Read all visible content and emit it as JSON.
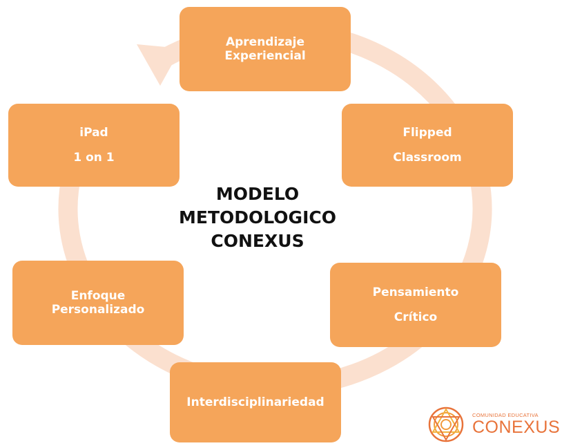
{
  "center": {
    "lines": [
      "MODELO",
      "METODOLOGICO",
      "CONEXUS"
    ]
  },
  "nodes": [
    {
      "id": "aprendizaje",
      "lines": [
        "Aprendizaje",
        "Experiencial"
      ]
    },
    {
      "id": "flipped",
      "lines": [
        "Flipped",
        "Classroom"
      ]
    },
    {
      "id": "pensamiento",
      "lines": [
        "Pensamiento",
        "Crítico"
      ]
    },
    {
      "id": "interdisciplinariedad",
      "lines": [
        "Interdisciplinariedad"
      ]
    },
    {
      "id": "enfoque",
      "lines": [
        "Enfoque",
        "Personalizado"
      ]
    },
    {
      "id": "ipad",
      "lines": [
        "iPad",
        "1 on 1"
      ]
    }
  ],
  "logo": {
    "small_text": "COMUNIDAD EDUCATIVA",
    "big_text": "CONEXUS"
  },
  "colors": {
    "node_fill": "#F5A55A",
    "ring": "#FBE0CF",
    "text_dark": "#111111",
    "logo": "#E8733A"
  }
}
